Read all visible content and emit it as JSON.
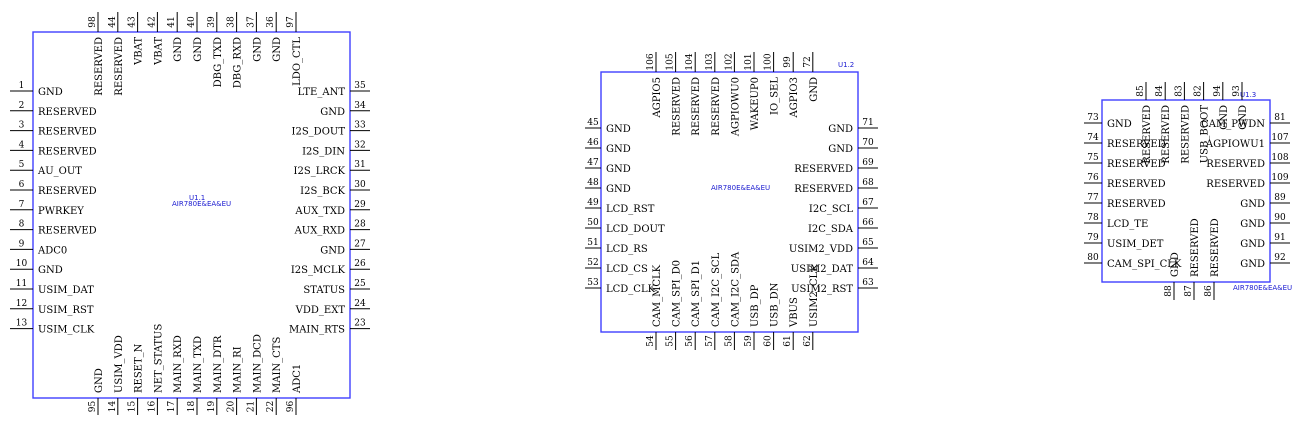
{
  "components": [
    {
      "id": "u1",
      "ref": "U1.1",
      "part": "AIR780E&EA&EU",
      "left": [
        {
          "num": "1",
          "name": "GND"
        },
        {
          "num": "2",
          "name": "RESERVED"
        },
        {
          "num": "3",
          "name": "RESERVED"
        },
        {
          "num": "4",
          "name": "RESERVED"
        },
        {
          "num": "5",
          "name": "AU_OUT"
        },
        {
          "num": "6",
          "name": "RESERVED"
        },
        {
          "num": "7",
          "name": "PWRKEY"
        },
        {
          "num": "8",
          "name": "RESERVED"
        },
        {
          "num": "9",
          "name": "ADC0"
        },
        {
          "num": "10",
          "name": "GND"
        },
        {
          "num": "11",
          "name": "USIM_DAT"
        },
        {
          "num": "12",
          "name": "USIM_RST"
        },
        {
          "num": "13",
          "name": "USIM_CLK"
        }
      ],
      "right": [
        {
          "num": "35",
          "name": "LTE_ANT"
        },
        {
          "num": "34",
          "name": "GND"
        },
        {
          "num": "33",
          "name": "I2S_DOUT"
        },
        {
          "num": "32",
          "name": "I2S_DIN"
        },
        {
          "num": "31",
          "name": "I2S_LRCK"
        },
        {
          "num": "30",
          "name": "I2S_BCK"
        },
        {
          "num": "29",
          "name": "AUX_TXD"
        },
        {
          "num": "28",
          "name": "AUX_RXD"
        },
        {
          "num": "27",
          "name": "GND"
        },
        {
          "num": "26",
          "name": "I2S_MCLK"
        },
        {
          "num": "25",
          "name": "STATUS"
        },
        {
          "num": "24",
          "name": "VDD_EXT"
        },
        {
          "num": "23",
          "name": "MAIN_RTS"
        }
      ],
      "top": [
        {
          "num": "98",
          "name": "RESERVED"
        },
        {
          "num": "44",
          "name": "RESERVED"
        },
        {
          "num": "43",
          "name": "VBAT"
        },
        {
          "num": "42",
          "name": "VBAT"
        },
        {
          "num": "41",
          "name": "GND"
        },
        {
          "num": "40",
          "name": "GND"
        },
        {
          "num": "39",
          "name": "DBG_TXD"
        },
        {
          "num": "38",
          "name": "DBG_RXD"
        },
        {
          "num": "37",
          "name": "GND"
        },
        {
          "num": "36",
          "name": "GND"
        },
        {
          "num": "97",
          "name": "LDO_CTL"
        }
      ],
      "bottom": [
        {
          "num": "95",
          "name": "GND"
        },
        {
          "num": "14",
          "name": "USIM_VDD"
        },
        {
          "num": "15",
          "name": "RESET_N"
        },
        {
          "num": "16",
          "name": "NET_STATUS"
        },
        {
          "num": "17",
          "name": "MAIN_RXD"
        },
        {
          "num": "18",
          "name": "MAIN_TXD"
        },
        {
          "num": "19",
          "name": "MAIN_DTR"
        },
        {
          "num": "20",
          "name": "MAIN_RI"
        },
        {
          "num": "21",
          "name": "MAIN_DCD"
        },
        {
          "num": "22",
          "name": "MAIN_CTS"
        },
        {
          "num": "96",
          "name": "ADC1"
        }
      ]
    },
    {
      "id": "u2",
      "ref": "U1.2",
      "part": "AIR780E&EA&EU",
      "left": [
        {
          "num": "45",
          "name": "GND"
        },
        {
          "num": "46",
          "name": "GND"
        },
        {
          "num": "47",
          "name": "GND"
        },
        {
          "num": "48",
          "name": "GND"
        },
        {
          "num": "49",
          "name": "LCD_RST"
        },
        {
          "num": "50",
          "name": "LCD_DOUT"
        },
        {
          "num": "51",
          "name": "LCD_RS"
        },
        {
          "num": "52",
          "name": "LCD_CS"
        },
        {
          "num": "53",
          "name": "LCD_CLK"
        }
      ],
      "right": [
        {
          "num": "71",
          "name": "GND"
        },
        {
          "num": "70",
          "name": "GND"
        },
        {
          "num": "69",
          "name": "RESERVED"
        },
        {
          "num": "68",
          "name": "RESERVED"
        },
        {
          "num": "67",
          "name": "I2C_SCL"
        },
        {
          "num": "66",
          "name": "I2C_SDA"
        },
        {
          "num": "65",
          "name": "USIM2_VDD"
        },
        {
          "num": "64",
          "name": "USIM2_DAT"
        },
        {
          "num": "63",
          "name": "USIM2_RST"
        }
      ],
      "top": [
        {
          "num": "106",
          "name": "AGPIO5"
        },
        {
          "num": "105",
          "name": "RESERVED"
        },
        {
          "num": "104",
          "name": "RESERVED"
        },
        {
          "num": "103",
          "name": "RESERVED"
        },
        {
          "num": "102",
          "name": "AGPIOWU0"
        },
        {
          "num": "101",
          "name": "WAKEUP0"
        },
        {
          "num": "100",
          "name": "IO_SEL"
        },
        {
          "num": "99",
          "name": "AGPIO3"
        },
        {
          "num": "72",
          "name": "GND"
        }
      ],
      "bottom": [
        {
          "num": "54",
          "name": "CAM_MCLK"
        },
        {
          "num": "55",
          "name": "CAM_SPI_D0"
        },
        {
          "num": "56",
          "name": "CAM_SPI_D1"
        },
        {
          "num": "57",
          "name": "CAM_I2C_SCL"
        },
        {
          "num": "58",
          "name": "CAM_I2C_SDA"
        },
        {
          "num": "59",
          "name": "USB_DP"
        },
        {
          "num": "60",
          "name": "USB_DN"
        },
        {
          "num": "61",
          "name": "VBUS"
        },
        {
          "num": "62",
          "name": "USIM2_CLK"
        }
      ]
    },
    {
      "id": "u3",
      "ref": "U1.3",
      "part": "AIR780E&EA&EU",
      "left": [
        {
          "num": "73",
          "name": "GND"
        },
        {
          "num": "74",
          "name": "RESERVED"
        },
        {
          "num": "75",
          "name": "RESERVED"
        },
        {
          "num": "76",
          "name": "RESERVED"
        },
        {
          "num": "77",
          "name": "RESERVED"
        },
        {
          "num": "78",
          "name": "LCD_TE"
        },
        {
          "num": "79",
          "name": "USIM_DET"
        },
        {
          "num": "80",
          "name": "CAM_SPI_CLK"
        }
      ],
      "right": [
        {
          "num": "81",
          "name": "CAM_PWDN"
        },
        {
          "num": "107",
          "name": "AGPIOWU1"
        },
        {
          "num": "108",
          "name": "RESERVED"
        },
        {
          "num": "109",
          "name": "RESERVED"
        },
        {
          "num": "89",
          "name": "GND"
        },
        {
          "num": "90",
          "name": "GND"
        },
        {
          "num": "91",
          "name": "GND"
        },
        {
          "num": "92",
          "name": "GND"
        }
      ],
      "top": [
        {
          "num": "85",
          "name": "RESERVED"
        },
        {
          "num": "84",
          "name": "RESERVED"
        },
        {
          "num": "83",
          "name": "RESERVED"
        },
        {
          "num": "82",
          "name": "USB_BOOT"
        },
        {
          "num": "94",
          "name": "GND"
        },
        {
          "num": "93",
          "name": "GND"
        }
      ],
      "bottom": [
        {
          "num": "88",
          "name": "GND"
        },
        {
          "num": "87",
          "name": "RESERVED"
        },
        {
          "num": "86",
          "name": "RESERVED"
        }
      ]
    }
  ]
}
